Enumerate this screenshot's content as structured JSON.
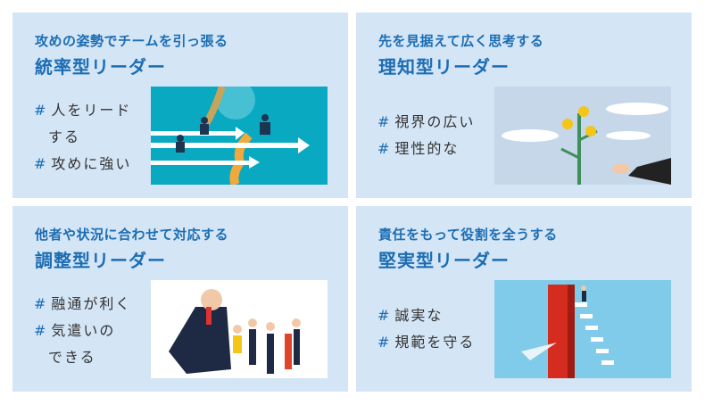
{
  "cards": [
    {
      "subtitle": "攻めの姿勢でチームを引っ張る",
      "title": "統率型リーダー",
      "tags": [
        "人をリード",
        "攻めに強い"
      ],
      "tag_cont": "する",
      "image": "business-people-racing-arrows",
      "bg": "#0aa9c2"
    },
    {
      "subtitle": "先を見据えて広く思考する",
      "title": "理知型リーダー",
      "tags": [
        "視界の広い",
        "理性的な"
      ],
      "image": "people-on-plant-above-clouds",
      "bg": "#c5d7e8"
    },
    {
      "subtitle": "他者や状況に合わせて対応する",
      "title": "調整型リーダー",
      "tags": [
        "融通が利く",
        "気遣いの"
      ],
      "tag_cont": "できる",
      "image": "leader-listening-to-people",
      "bg": "#ffffff"
    },
    {
      "subtitle": "責任をもって役割を全うする",
      "title": "堅実型リーダー",
      "tags": [
        "誠実な",
        "規範を守る"
      ],
      "image": "person-on-red-pillar-stairs",
      "bg": "#7fcbe9"
    }
  ],
  "hash": "#",
  "colors": {
    "accent": "#1c6db3",
    "panel": "#d4e5f6"
  }
}
